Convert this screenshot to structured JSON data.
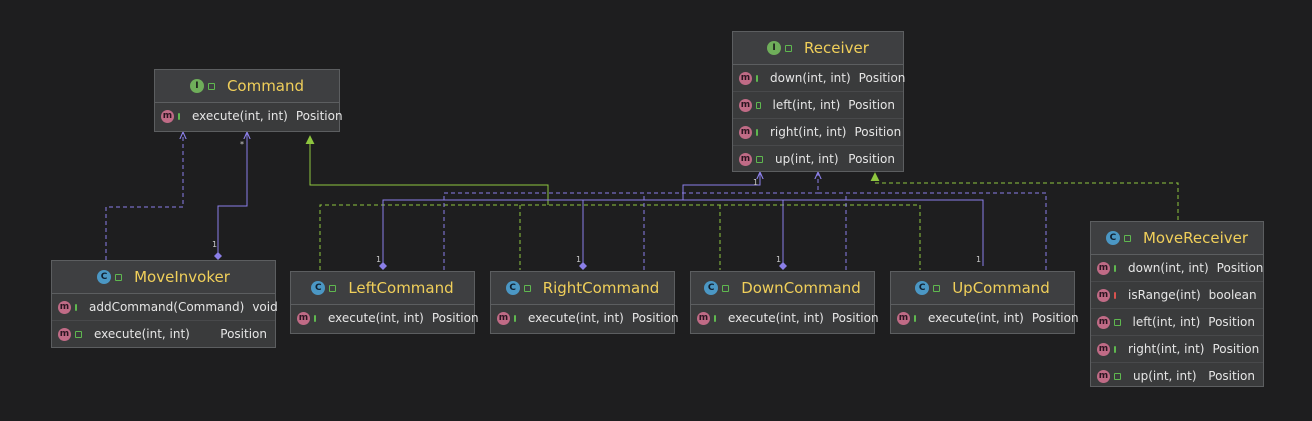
{
  "icons": {
    "interface_badge": "I",
    "class_badge": "C",
    "method_badge": "m"
  },
  "colors": {
    "background": "#1e1e1f",
    "node_bg": "#3a3b3c",
    "title": "#f0cf5a",
    "realization": "#8ec63f",
    "association": "#8b7fe8",
    "dependency": "#8b7fe8"
  },
  "nodes": {
    "command": {
      "title": "Command",
      "kind": "interface",
      "members": [
        {
          "sig": "execute(int, int)",
          "ret": "Position",
          "vis": "public"
        }
      ]
    },
    "receiver": {
      "title": "Receiver",
      "kind": "interface",
      "members": [
        {
          "sig": "down(int, int)",
          "ret": "Position",
          "vis": "public"
        },
        {
          "sig": "left(int, int)",
          "ret": "Position",
          "vis": "public"
        },
        {
          "sig": "right(int, int)",
          "ret": "Position",
          "vis": "public"
        },
        {
          "sig": "up(int, int)",
          "ret": "Position",
          "vis": "public"
        }
      ]
    },
    "moveinvoker": {
      "title": "MoveInvoker",
      "kind": "class",
      "members": [
        {
          "sig": "addCommand(Command)",
          "ret": "void",
          "vis": "public"
        },
        {
          "sig": "execute(int, int)",
          "ret": "Position",
          "vis": "public"
        }
      ]
    },
    "leftcommand": {
      "title": "LeftCommand",
      "kind": "class",
      "members": [
        {
          "sig": "execute(int, int)",
          "ret": "Position",
          "vis": "public"
        }
      ]
    },
    "rightcommand": {
      "title": "RightCommand",
      "kind": "class",
      "members": [
        {
          "sig": "execute(int, int)",
          "ret": "Position",
          "vis": "public"
        }
      ]
    },
    "downcommand": {
      "title": "DownCommand",
      "kind": "class",
      "members": [
        {
          "sig": "execute(int, int)",
          "ret": "Position",
          "vis": "public"
        }
      ]
    },
    "upcommand": {
      "title": "UpCommand",
      "kind": "class",
      "members": [
        {
          "sig": "execute(int, int)",
          "ret": "Position",
          "vis": "public"
        }
      ]
    },
    "movereceiver": {
      "title": "MoveReceiver",
      "kind": "class",
      "members": [
        {
          "sig": "down(int, int)",
          "ret": "Position",
          "vis": "public"
        },
        {
          "sig": "isRange(int)",
          "ret": "boolean",
          "vis": "private"
        },
        {
          "sig": "left(int, int)",
          "ret": "Position",
          "vis": "public"
        },
        {
          "sig": "right(int, int)",
          "ret": "Position",
          "vis": "public"
        },
        {
          "sig": "up(int, int)",
          "ret": "Position",
          "vis": "public"
        }
      ]
    }
  },
  "multiplicity": {
    "one": "1",
    "many": "*"
  }
}
